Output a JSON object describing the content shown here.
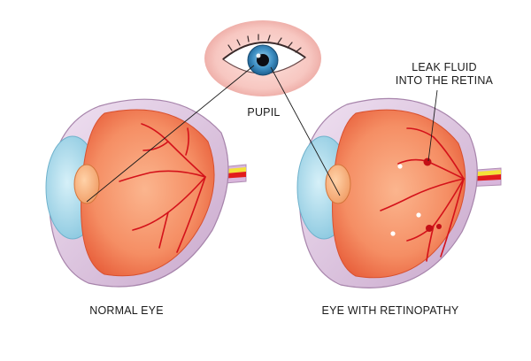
{
  "labels": {
    "pupil": "PUPIL",
    "leak": [
      "LEAK FLUID",
      "INTO THE RETINA"
    ],
    "normal_eye": "NORMAL EYE",
    "retinopathy_eye": "EYE WITH RETINOPATHY"
  },
  "colors": {
    "retina_inner": "#f8a078",
    "retina_outer": "#ee6e4a",
    "vessel": "#d4121a",
    "lens": "#9fd4e8",
    "sclera": "#e7d3ea",
    "nerve_yellow": "#f4e23a",
    "leak_dot": "#ffffff"
  },
  "icons": [
    "eye-illustration",
    "eyeball-cross-section"
  ]
}
